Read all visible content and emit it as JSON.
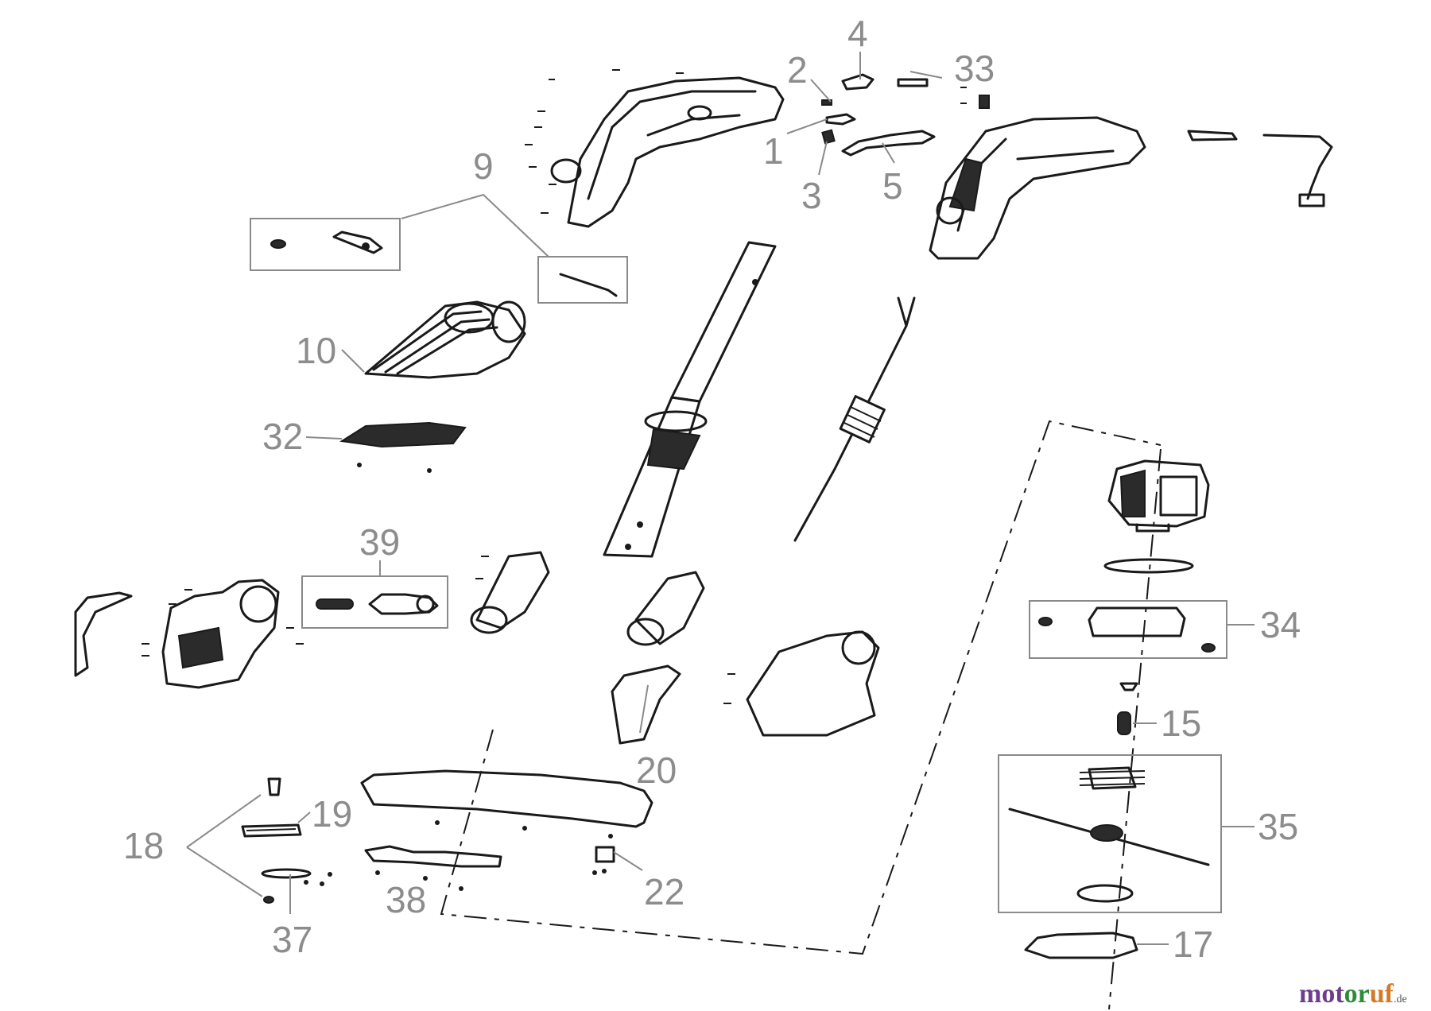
{
  "diagram": {
    "labels": {
      "p1": "1",
      "p2": "2",
      "p3": "3",
      "p4": "4",
      "p5": "5",
      "p9": "9",
      "p10": "10",
      "p15": "15",
      "p17": "17",
      "p18": "18",
      "p19": "19",
      "p20": "20",
      "p22": "22",
      "p32": "32",
      "p33": "33",
      "p34": "34",
      "p35": "35",
      "p37": "37",
      "p38": "38",
      "p39": "39"
    }
  },
  "watermark": {
    "part1": "mot",
    "part2": "or",
    "part3": "uf",
    "tld": ".de"
  }
}
